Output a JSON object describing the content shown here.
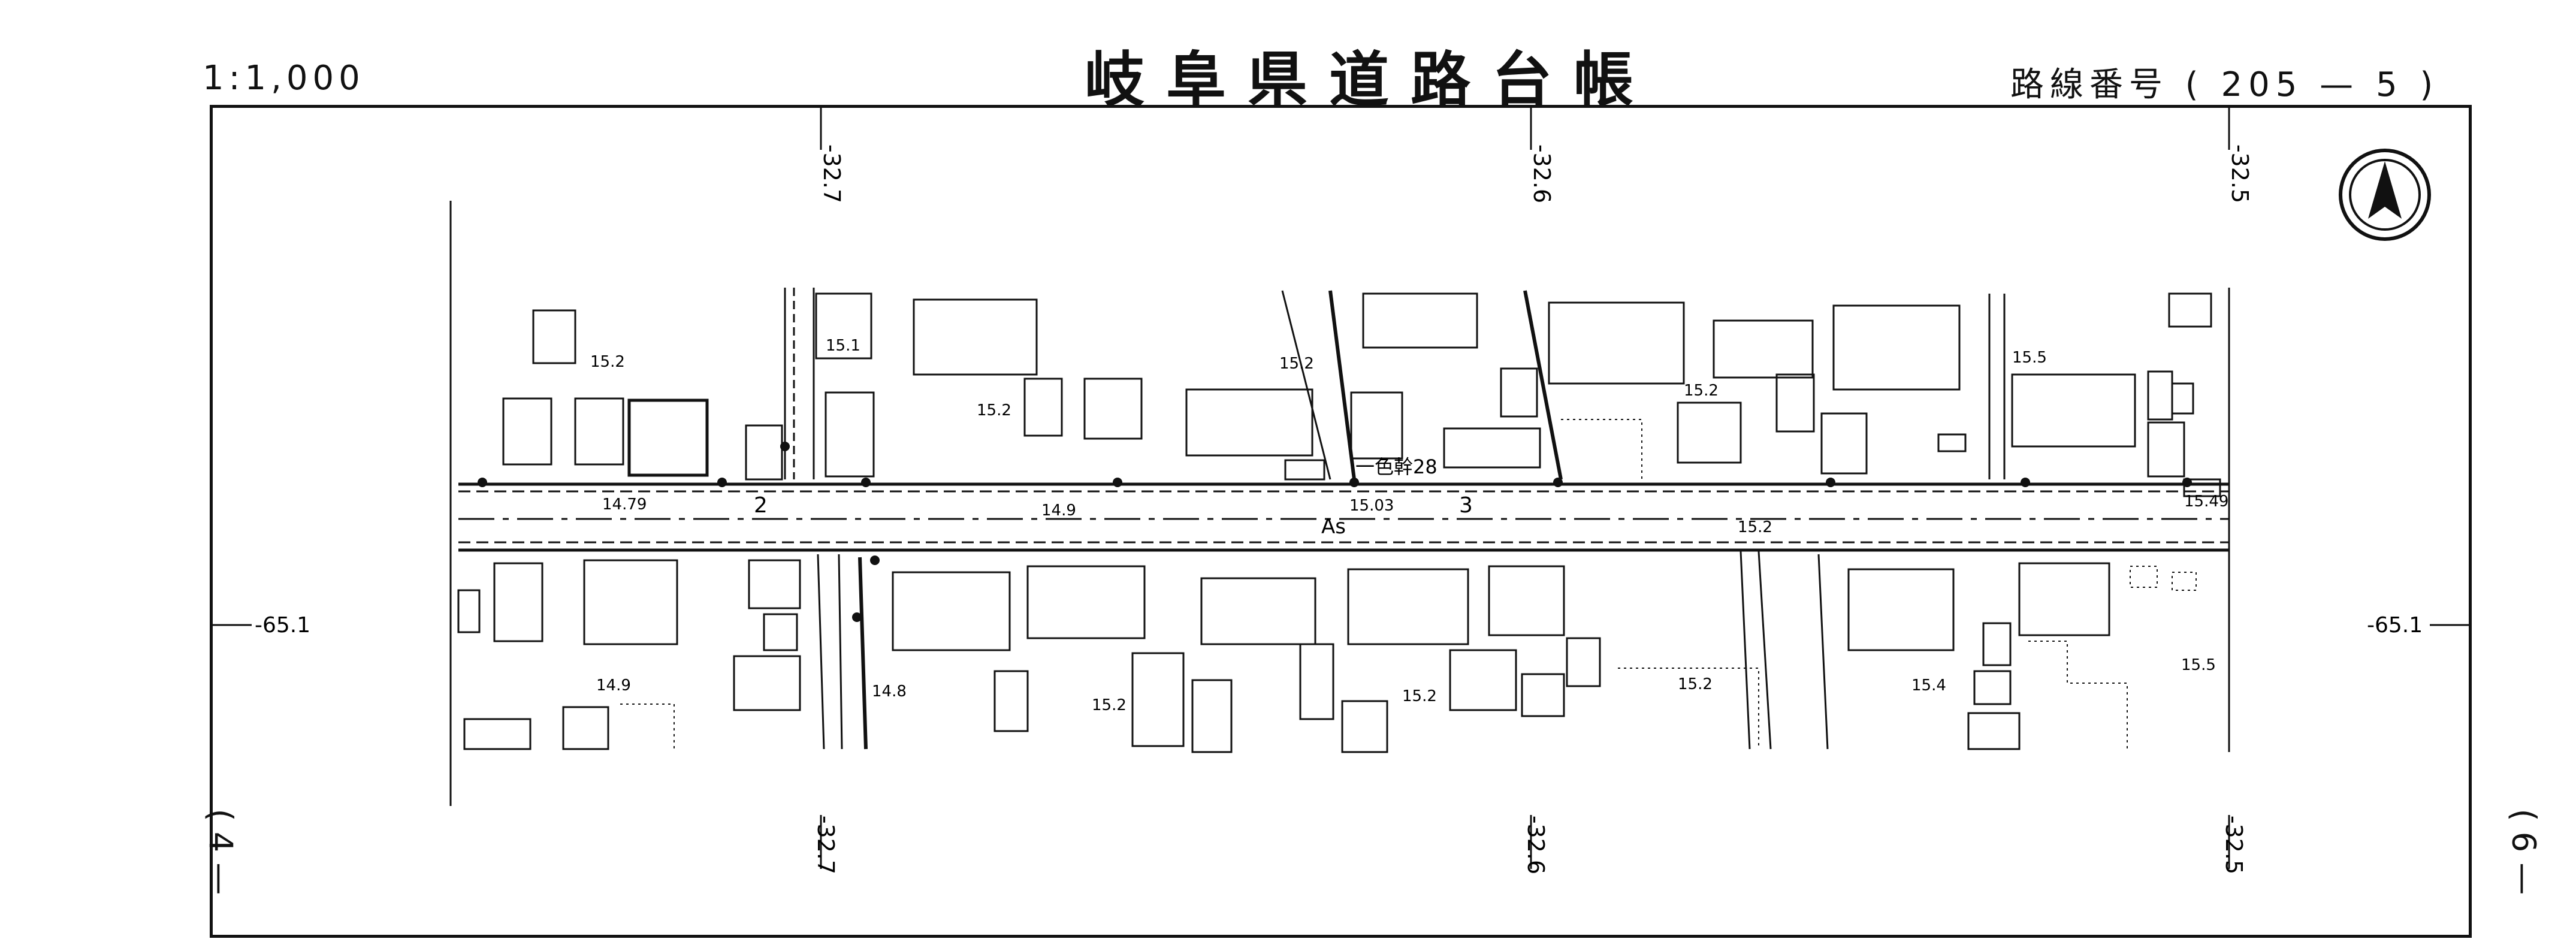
{
  "header": {
    "scale": "1:1,000",
    "title": "岐阜県道路台帳",
    "route_label": "路線番号 ( 205 — 5 )"
  },
  "grid": {
    "x_labels": [
      "-32.7",
      "-32.6",
      "-32.5"
    ],
    "y_label": "-65.1"
  },
  "road": {
    "surface": "As",
    "km_marks": [
      "2",
      "3"
    ],
    "elevations_on_road": [
      "14.79",
      "14.9",
      "15.03",
      "15.2",
      "15.49"
    ],
    "crossing_label": "一色幹28"
  },
  "elevations": {
    "north": [
      "15.2",
      "15.1",
      "15.2",
      "15.2",
      "15.2",
      "15.5"
    ],
    "south": [
      "14.9",
      "14.8",
      "15.2",
      "15.2",
      "15.2",
      "15.4",
      "15.5"
    ]
  },
  "sheet": {
    "left": "( 4 —",
    "right": "( 6 —"
  },
  "icons": {
    "compass": "north-arrow-icon"
  }
}
